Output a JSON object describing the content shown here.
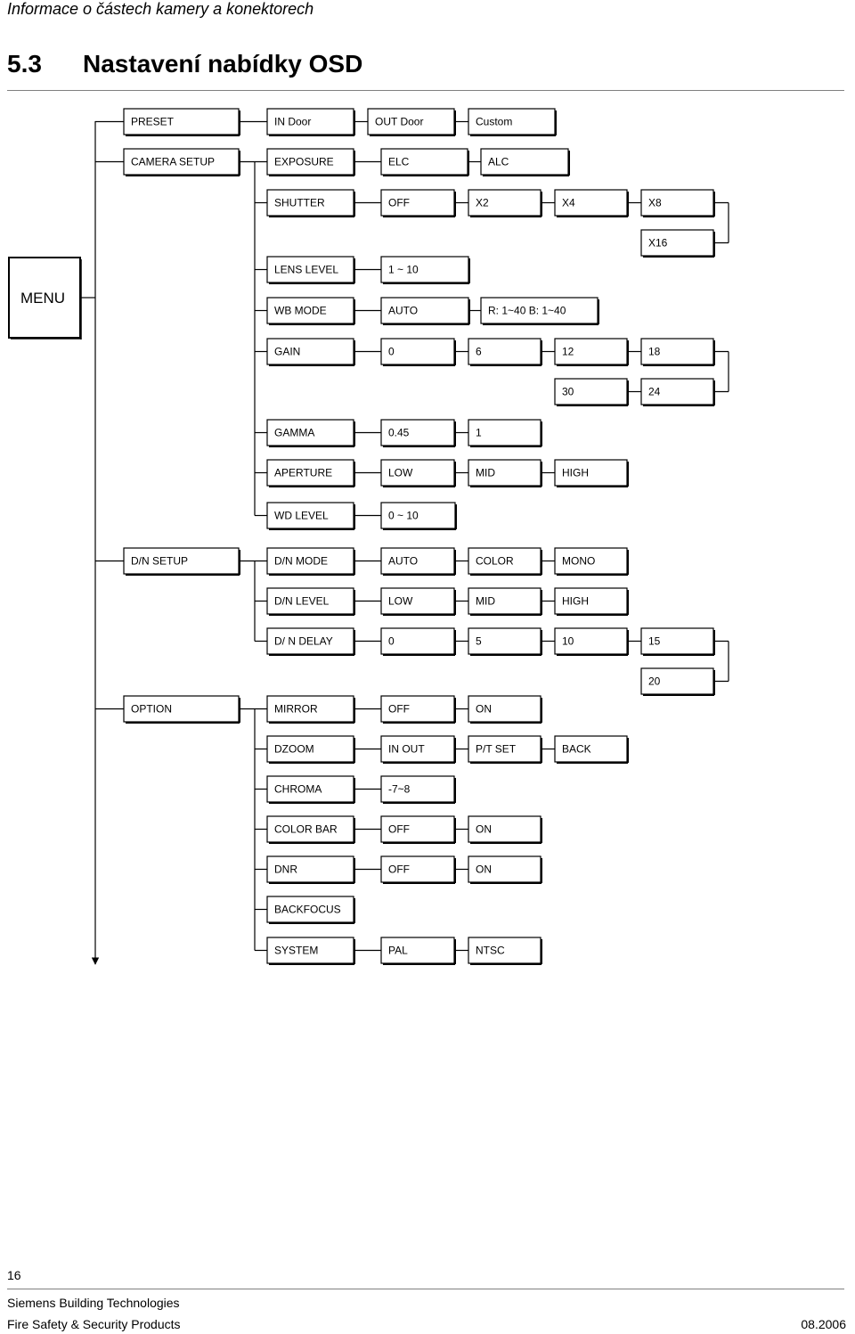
{
  "header": {
    "running_title": "Informace o částech kamery a konektorech",
    "section_number": "5.3",
    "section_title": "Nastavení nabídky OSD"
  },
  "diagram": {
    "root": "MENU",
    "items": [
      {
        "id": "preset",
        "label": "PRESET"
      },
      {
        "id": "in-door",
        "label": "IN Door"
      },
      {
        "id": "out-door",
        "label": "OUT Door"
      },
      {
        "id": "custom",
        "label": "Custom"
      },
      {
        "id": "camera-setup",
        "label": "CAMERA SETUP"
      },
      {
        "id": "exposure",
        "label": "EXPOSURE"
      },
      {
        "id": "elc",
        "label": "ELC"
      },
      {
        "id": "alc",
        "label": "ALC"
      },
      {
        "id": "shutter",
        "label": "SHUTTER"
      },
      {
        "id": "shutter-off",
        "label": "OFF"
      },
      {
        "id": "shutter-x2",
        "label": "X2"
      },
      {
        "id": "shutter-x4",
        "label": "X4"
      },
      {
        "id": "shutter-x8",
        "label": "X8"
      },
      {
        "id": "shutter-x16",
        "label": "X16"
      },
      {
        "id": "lens-level",
        "label": "LENS LEVEL"
      },
      {
        "id": "lens-range",
        "label": "1 ~ 10"
      },
      {
        "id": "wb-mode",
        "label": "WB MODE"
      },
      {
        "id": "wb-auto",
        "label": "AUTO"
      },
      {
        "id": "wb-rb",
        "label": "R: 1~40 B: 1~40"
      },
      {
        "id": "gain",
        "label": "GAIN"
      },
      {
        "id": "gain-0",
        "label": "0"
      },
      {
        "id": "gain-6",
        "label": "6"
      },
      {
        "id": "gain-12",
        "label": "12"
      },
      {
        "id": "gain-18",
        "label": "18"
      },
      {
        "id": "gain-24",
        "label": "24"
      },
      {
        "id": "gain-30",
        "label": "30"
      },
      {
        "id": "gamma",
        "label": "GAMMA"
      },
      {
        "id": "gamma-045",
        "label": "0.45"
      },
      {
        "id": "gamma-1",
        "label": "1"
      },
      {
        "id": "aperture",
        "label": "APERTURE"
      },
      {
        "id": "aperture-low",
        "label": "LOW"
      },
      {
        "id": "aperture-mid",
        "label": "MID"
      },
      {
        "id": "aperture-high",
        "label": "HIGH"
      },
      {
        "id": "wd-level",
        "label": "WD LEVEL"
      },
      {
        "id": "wd-range",
        "label": "0 ~ 10"
      },
      {
        "id": "dn-setup",
        "label": "D/N SETUP"
      },
      {
        "id": "dn-mode",
        "label": "D/N MODE"
      },
      {
        "id": "dn-mode-auto",
        "label": "AUTO"
      },
      {
        "id": "dn-mode-color",
        "label": "COLOR"
      },
      {
        "id": "dn-mode-mono",
        "label": "MONO"
      },
      {
        "id": "dn-level",
        "label": "D/N LEVEL"
      },
      {
        "id": "dn-level-low",
        "label": "LOW"
      },
      {
        "id": "dn-level-mid",
        "label": "MID"
      },
      {
        "id": "dn-level-high",
        "label": "HIGH"
      },
      {
        "id": "dn-delay",
        "label": "D/ N DELAY"
      },
      {
        "id": "dn-delay-0",
        "label": "0"
      },
      {
        "id": "dn-delay-5",
        "label": "5"
      },
      {
        "id": "dn-delay-10",
        "label": "10"
      },
      {
        "id": "dn-delay-15",
        "label": "15"
      },
      {
        "id": "dn-delay-20",
        "label": "20"
      },
      {
        "id": "option",
        "label": "OPTION"
      },
      {
        "id": "mirror",
        "label": "MIRROR"
      },
      {
        "id": "mirror-off",
        "label": "OFF"
      },
      {
        "id": "mirror-on",
        "label": "ON"
      },
      {
        "id": "dzoom",
        "label": "DZOOM"
      },
      {
        "id": "dzoom-in-out",
        "label": "IN OUT"
      },
      {
        "id": "dzoom-pt-set",
        "label": "P/T SET"
      },
      {
        "id": "dzoom-back",
        "label": "BACK"
      },
      {
        "id": "chroma",
        "label": "CHROMA"
      },
      {
        "id": "chroma-range",
        "label": "-7~8"
      },
      {
        "id": "color-bar",
        "label": "COLOR BAR"
      },
      {
        "id": "color-bar-off",
        "label": "OFF"
      },
      {
        "id": "color-bar-on",
        "label": "ON"
      },
      {
        "id": "dnr",
        "label": "DNR"
      },
      {
        "id": "dnr-off",
        "label": "OFF"
      },
      {
        "id": "dnr-on",
        "label": "ON"
      },
      {
        "id": "backfocus",
        "label": "BACKFOCUS"
      },
      {
        "id": "system",
        "label": "SYSTEM"
      },
      {
        "id": "system-pal",
        "label": "PAL"
      },
      {
        "id": "system-ntsc",
        "label": "NTSC"
      }
    ]
  },
  "footer": {
    "page_number": "16",
    "company": "Siemens Building Technologies",
    "division": "Fire Safety & Security Products",
    "date": "08.2006"
  }
}
